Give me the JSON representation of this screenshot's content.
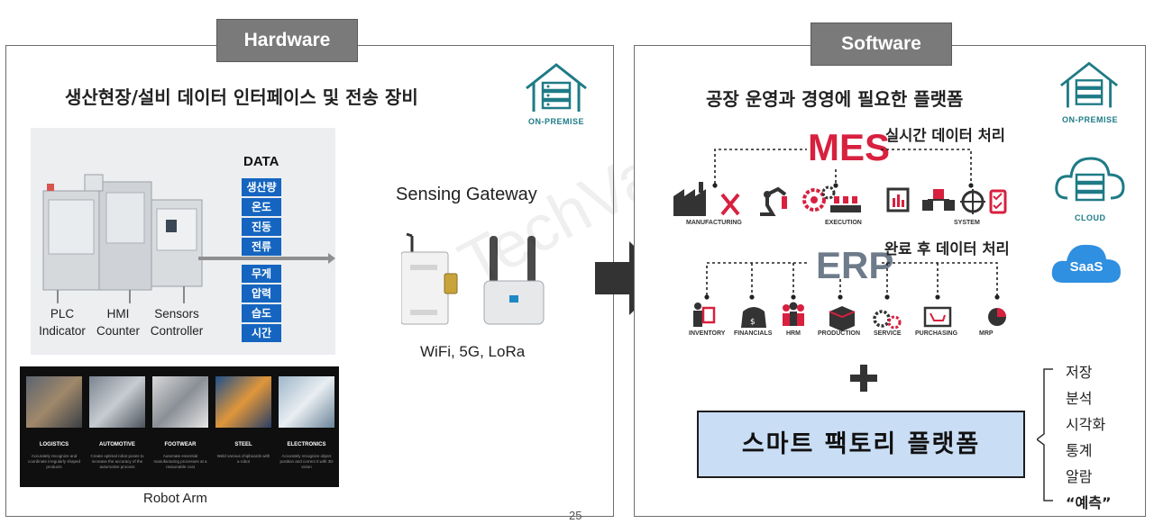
{
  "hardware": {
    "tag": "Hardware",
    "title": "생산현장/설비 데이터 인터페이스 및 전송 장비",
    "onprem_label": "ON-PREMISE",
    "data_title": "DATA",
    "data_items": [
      "생산량",
      "온도",
      "진동",
      "전류",
      "무게",
      "압력",
      "습도",
      "시간"
    ],
    "machine_labels": {
      "plc": [
        "PLC",
        "Indicator"
      ],
      "hmi": [
        "HMI",
        "Counter"
      ],
      "sensors": [
        "Sensors",
        "Controller"
      ]
    },
    "robot_cards": [
      {
        "name": "LOGISTICS",
        "desc": "Accurately recognize and coordinate irregularly shaped products"
      },
      {
        "name": "AUTOMOTIVE",
        "desc": "Create optimal robot poses to increase the accuracy of the automotive process"
      },
      {
        "name": "FOOTWEAR",
        "desc": "Automate essential manufacturing processes at a reasonable cost"
      },
      {
        "name": "STEEL",
        "desc": "Weld various chipboards with a robot"
      },
      {
        "name": "ELECTRONICS",
        "desc": "Accurately recognize object position and correct it with 3D vision"
      }
    ],
    "robot_label": "Robot Arm",
    "gateway_title": "Sensing Gateway",
    "gateway_sub": "WiFi, 5G, LoRa"
  },
  "software": {
    "tag": "Software",
    "title": "공장 운영과 경영에 필요한 플랫폼",
    "mes": "MES",
    "mes_sub": "실시간 데이터 처리",
    "mes_icons": [
      "MANUFACTURING",
      "EXECUTION",
      "SYSTEM"
    ],
    "erp": "ERP",
    "erp_sub": "완료 후 데이터 처리",
    "erp_icons": [
      "INVENTORY",
      "FINANCIALS",
      "HRM",
      "PRODUCTION",
      "SERVICE",
      "PURCHASING",
      "MRP"
    ],
    "side_icons": {
      "onprem": "ON-PREMISE",
      "cloud": "CLOUD",
      "saas": "SaaS"
    },
    "platform": "스마트 팩토리 플랫폼",
    "features": [
      "저장",
      "분석",
      "시각화",
      "통계",
      "알람",
      "“예측”"
    ]
  },
  "page_number": "25",
  "watermark": "TechVall",
  "colors": {
    "tag_bg": "#7a7a7a",
    "data_blue": "#1565c0",
    "mes_red": "#d8203f",
    "erp_gray": "#6e7b8b",
    "teal": "#1e7b86",
    "platform_bg": "#c9ddf5"
  }
}
